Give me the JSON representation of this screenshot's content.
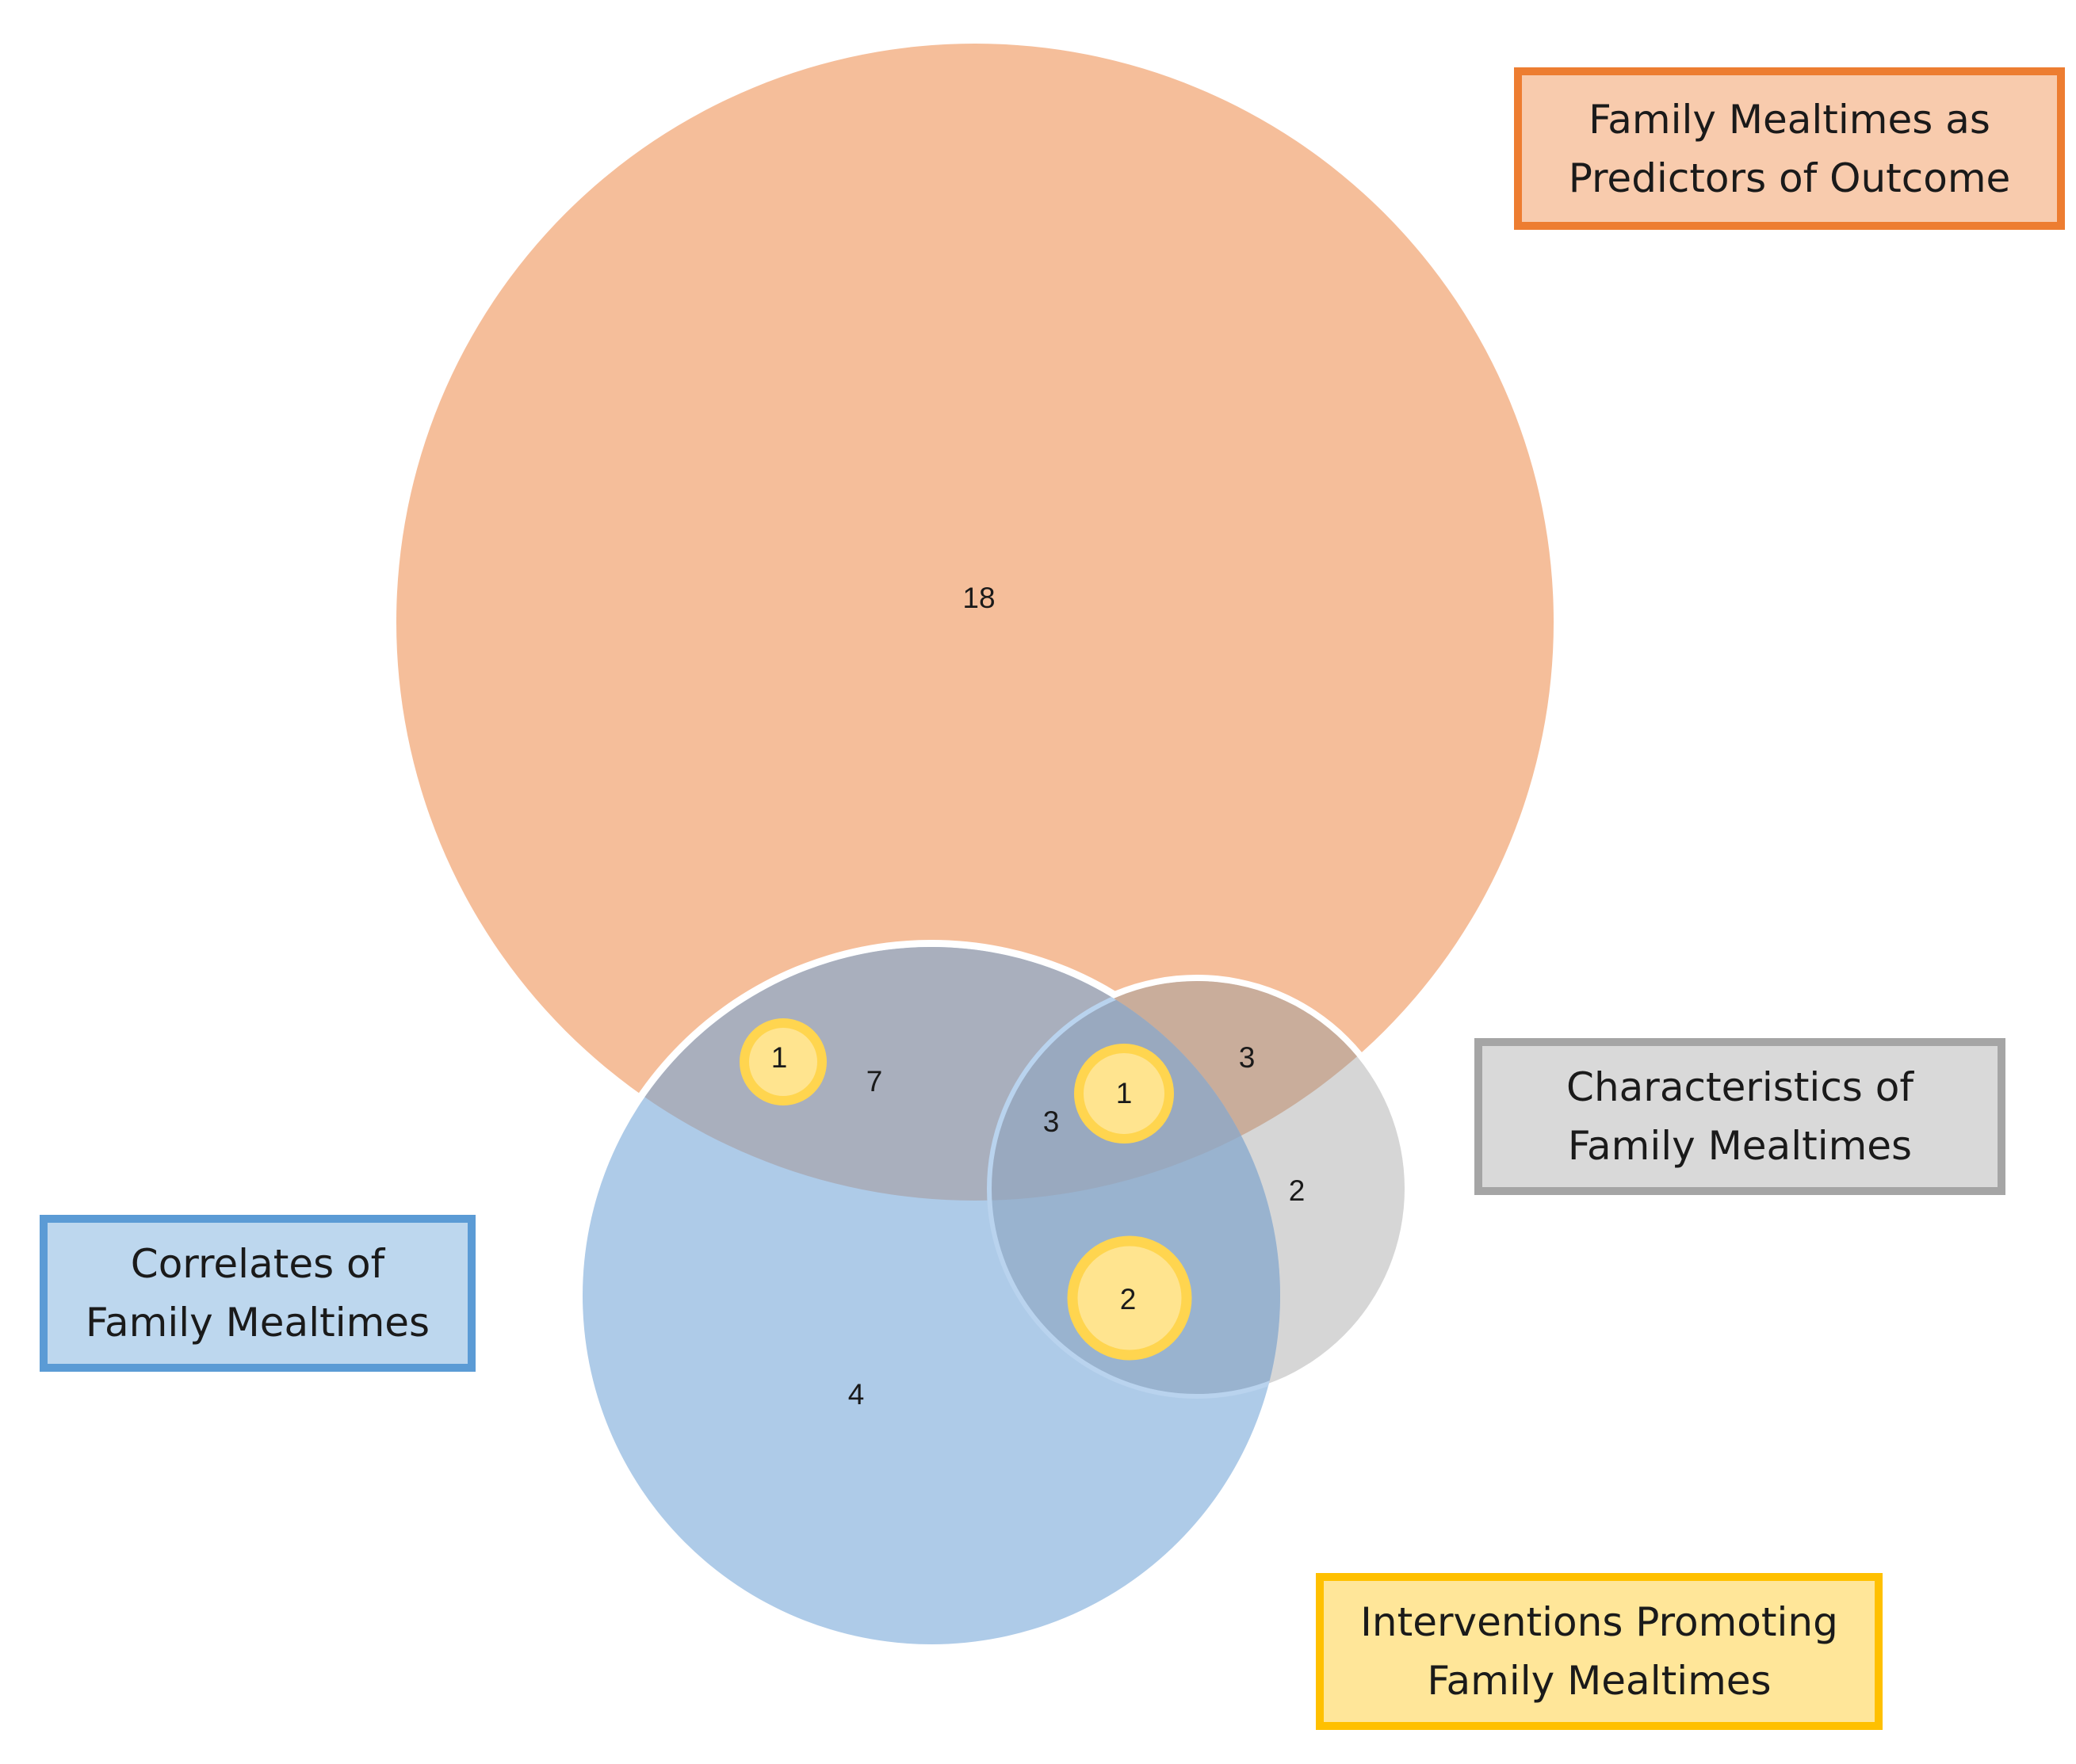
{
  "colors": {
    "outcome_fill": "#f5be9a",
    "outcome_border": "#ed7d31",
    "characteristics_fill": "#d6d6d6",
    "characteristics_border": "#a5a5a5",
    "correlates_fill": "#aecbe8",
    "correlates_border": "#5b9bd5",
    "interventions_fill": "#ffe48f",
    "interventions_border": "#ffd54f"
  },
  "legend": {
    "outcome": {
      "line1": "Family Mealtimes as",
      "line2": "Predictors of Outcome"
    },
    "characteristics": {
      "line1": "Characteristics of",
      "line2": "Family Mealtimes"
    },
    "correlates": {
      "line1": "Correlates of",
      "line2": "Family Mealtimes"
    },
    "interventions": {
      "line1": "Interventions Promoting",
      "line2": "Family Mealtimes"
    }
  },
  "counts": {
    "outcome_only": "18",
    "outcome_correlates": "7",
    "outcome_characteristics": "3",
    "all_three": "3",
    "characteristics_only": "2",
    "correlates_only": "4",
    "intervention_outcome_correlates": "1",
    "intervention_all_three": "1",
    "intervention_correlates_characteristics": "2"
  }
}
